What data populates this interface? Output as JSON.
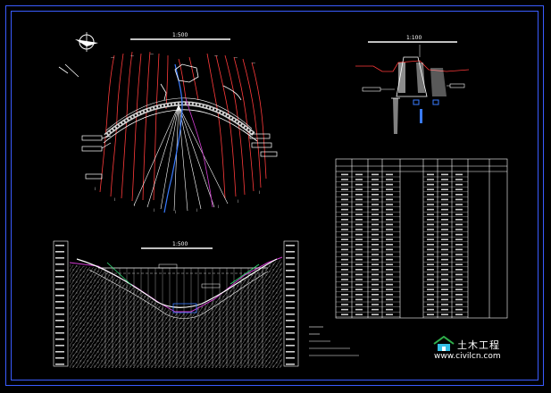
{
  "drawing": {
    "plan_scale": "1:500",
    "section_scale": "1:100",
    "profile_scale": "1:500"
  },
  "watermark": {
    "title": "土木工程",
    "url": "www.civilcn.com"
  },
  "colors": {
    "background": "#000000",
    "frame": "#3a5cff",
    "contour": "#ff3a3a",
    "dam": "#e6e6e6",
    "water": "#3a7bff",
    "profile_line": "#d23cd2",
    "section_ground": "#ff3a3a",
    "table_line": "#ffffff",
    "logo_green": "#2fae4a",
    "logo_cyan": "#35c0e6"
  },
  "icons": {
    "north_arrow": "north-arrow-icon",
    "logo": "house-logo-icon"
  }
}
